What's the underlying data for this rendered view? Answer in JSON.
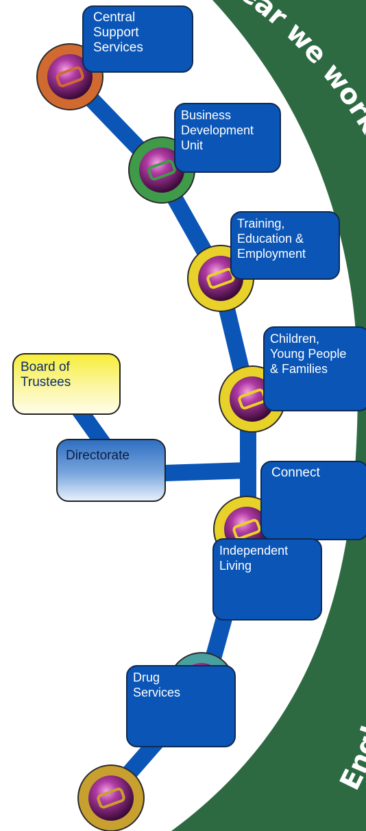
{
  "banner": {
    "top_text": "ear we worke",
    "bottom_text": "England",
    "color": "#2d6a42"
  },
  "connector_color": "#0a55b6",
  "units": [
    {
      "label": "Central\nSupport\n  Services",
      "icon": "central-support-emblem-icon",
      "accent": "#d06a30"
    },
    {
      "label": "Business\n Development\n   Unit",
      "icon": "business-development-emblem-icon",
      "accent": "#3f9a4a"
    },
    {
      "label": "Training,\nEducation &\n  Employment",
      "icon": "training-education-emblem-icon",
      "accent": "#e8d22a"
    },
    {
      "label": "Children,\nYoung People\n  & Families",
      "icon": "children-families-emblem-icon",
      "accent": "#e8d22a"
    },
    {
      "label": "Connect",
      "icon": "connect-emblem-icon",
      "accent": "#e8d22a"
    },
    {
      "label": "Independent\nLiving",
      "icon": "independent-living-emblem-icon",
      "accent": "#4aa0a0"
    },
    {
      "label": "Drug\nServices",
      "icon": "drug-services-emblem-icon",
      "accent": "#c8a030"
    }
  ],
  "board": {
    "label": "Board of\nTrustees"
  },
  "directorate": {
    "label": "Directorate"
  }
}
